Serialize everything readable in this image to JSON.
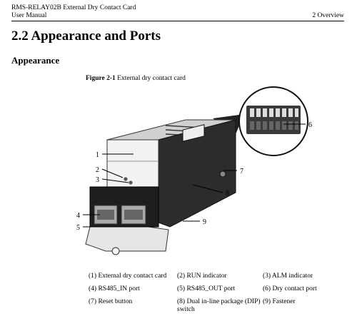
{
  "header": {
    "doc_title": "RMS-RELAY02B External Dry Contact Card",
    "doc_subtitle": "User Manual",
    "section": "2 Overview"
  },
  "heading": "2.2 Appearance and Ports",
  "subheading": "Appearance",
  "figure": {
    "label": "Figure 2-1",
    "caption": "External dry contact card",
    "callouts": [
      "1",
      "2",
      "3",
      "4",
      "5",
      "6",
      "7",
      "8",
      "9"
    ]
  },
  "legend": [
    [
      "(1) External dry contact card",
      "(2) RUN indicator",
      "(3) ALM indicator"
    ],
    [
      "(4) RS485_IN port",
      "(5) RS485_OUT port",
      "(6) Dry contact port"
    ],
    [
      "(7) Reset button",
      "(8) Dual in-line package (DIP) switch",
      "(9) Fastener"
    ]
  ]
}
